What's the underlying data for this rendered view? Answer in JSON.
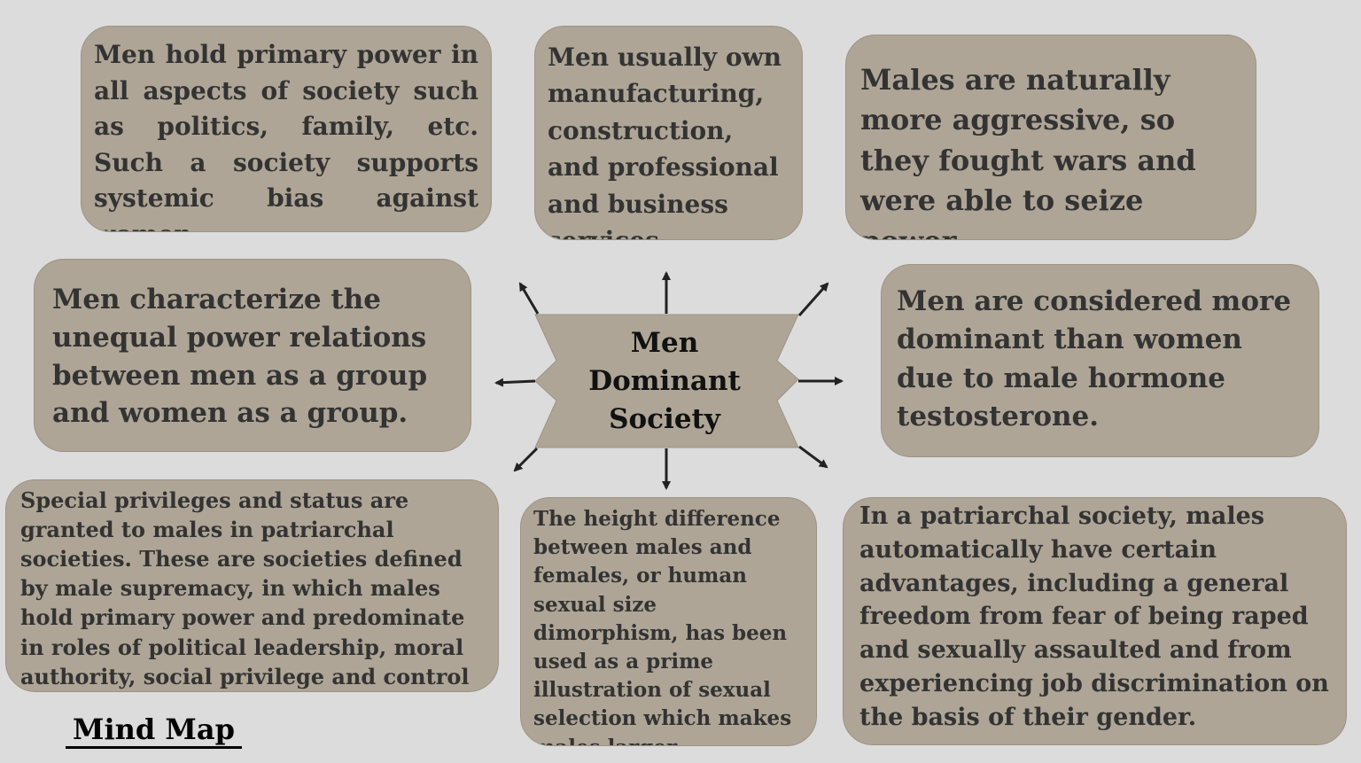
{
  "center": {
    "lines": [
      "Men",
      "Dominant",
      "Society"
    ]
  },
  "nodes": {
    "top_left": "Men hold primary power in all aspects of society such as politics, family, etc. Such a society supports systemic bias against women.",
    "top_center": "Men usually own manufacturing, construction, and professional and business services.",
    "top_right": "Males are naturally more aggressive, so they fought wars and were able to seize power.",
    "middle_left": "Men characterize the unequal power relations between men as a group and women as a group.",
    "middle_right": "Men are considered more dominant than women due to male hormone testosterone.",
    "bottom_left": "Special privileges and status are granted to males in patriarchal societies. These are societies defined by male supremacy, in which males hold primary power and predominate in roles of political leadership, moral authority, social privilege and control of property.",
    "bottom_center": "The height difference between males and females, or human sexual size dimorphism, has been used as a prime illustration of sexual selection which makes males larger.",
    "bottom_right": "In a patriarchal society, males automatically have certain advantages, including a general freedom from fear of being raped and sexually assaulted and from experiencing job discrimination on the basis of their gender."
  },
  "footer_label": "Mind Map",
  "colors": {
    "background": "#dcdcdc",
    "card_fill": "#aea596",
    "card_text": "#333333",
    "center_fill": "#aea596",
    "arrow": "#222222"
  }
}
